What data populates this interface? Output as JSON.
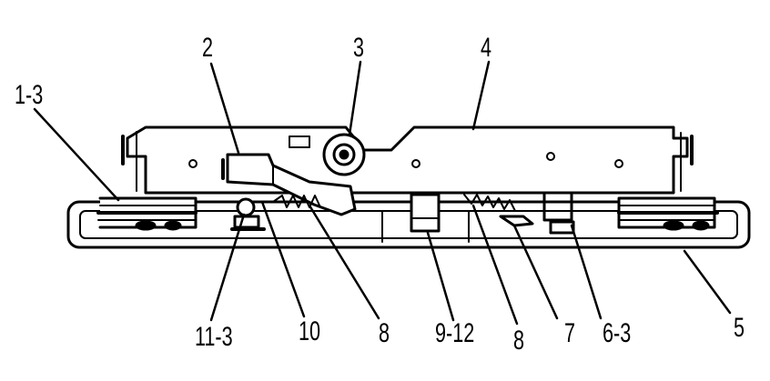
{
  "figure": {
    "callouts": [
      "1-3",
      "2",
      "3",
      "4",
      "5",
      "6-3",
      "7",
      "8",
      "8",
      "9-12",
      "10",
      "11-3"
    ],
    "ink_color": "#000000",
    "paper_color": "#ffffff"
  }
}
